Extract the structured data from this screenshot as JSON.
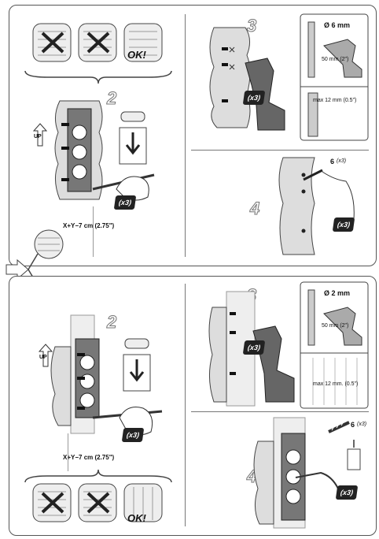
{
  "labels": {
    "step2": "2",
    "step3": "3",
    "step4": "4",
    "x3": "(x3)",
    "formula": "X+Y−7 cm (2.75\")",
    "up": "UP",
    "ok": "OK!",
    "drill_top": "Ø 6 mm",
    "drill_bottom": "Ø 2 mm",
    "depth_50": "50 mm (2\")",
    "max12_top": "max 12 mm (0.5\")",
    "max12_bottom": "max 12 mm. (0.5\")",
    "screw_num": "6",
    "screw_x3": "(x3)"
  },
  "colors": {
    "line": "#444444",
    "fill_dark": "#222222",
    "fill_mid": "#9a9a9a",
    "fill_light": "#d8d8d8",
    "panel_border": "#555555"
  }
}
